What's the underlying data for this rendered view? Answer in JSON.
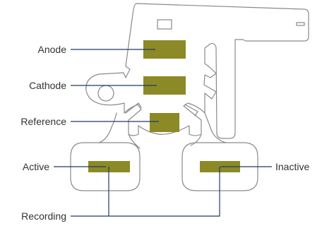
{
  "labels": {
    "anode": "Anode",
    "cathode": "Cathode",
    "reference": "Reference",
    "active": "Active",
    "inactive": "Inactive",
    "recording": "Recording"
  },
  "colors": {
    "outline": "#8a8a8a",
    "pad": "#8b8a26",
    "leader": "#1f3b66",
    "text": "#333333"
  }
}
